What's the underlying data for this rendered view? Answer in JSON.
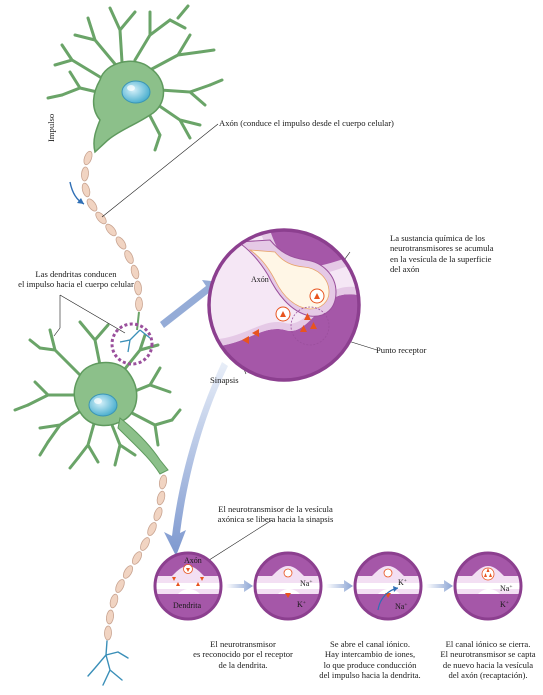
{
  "labels": {
    "axon_main": "Axón (conduce el impulso desde el cuerpo celular)",
    "impulse": "Impulso",
    "dendrites": "Las dendritas conducen\nel impulso hacia el cuerpo celular",
    "chemical": "La sustancia química de los\nneurotransmisores se acumula\nen la vesícula de la superficie\ndel axón",
    "receptor_point": "Punto receptor",
    "synapse": "Sinapsis",
    "axon_inset": "Axón",
    "release": "El neurotransmisor de la vesícula\naxónica se libera hacia la sinapsis",
    "axon_small": "Axón",
    "dendrite_small": "Dendrita",
    "recognized": "El neurotransmisor\nes reconocido por el receptor\nde la dendrita.",
    "channel_open": "Se abre el canal iónico.\nHay intercambio de iones,\nlo que produce conducción\ndel impulso hacia la dendrita.",
    "channel_close": "El canal iónico se cierra.\nEl neurotransmisor se capta\nde nuevo hacia la vesícula\ndel axón (recaptación)."
  },
  "ions": {
    "na": "Na",
    "k": "K",
    "plus": "+"
  },
  "colors": {
    "neuron_fill": "#8cc08a",
    "neuron_stroke": "#5f9a5e",
    "nucleus": "#58b9d6",
    "myelin": "#f1d4c2",
    "myelin_stroke": "#c9a491",
    "synapse_purple": "#a557a8",
    "synapse_light": "#e5c9e6",
    "transmitter": "#e8541f",
    "arrow_blue": "#6f8fc9",
    "dendrite_tip": "#3a8fb8"
  }
}
